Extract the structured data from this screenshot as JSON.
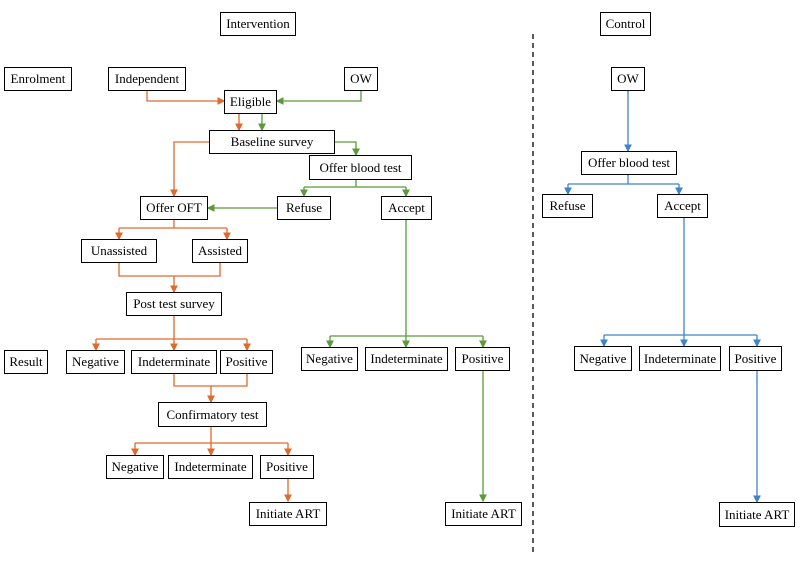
{
  "headers": {
    "intervention": "Intervention",
    "control": "Control",
    "enrolment": "Enrolment",
    "result": "Result"
  },
  "intervention": {
    "independent": "Independent",
    "ow": "OW",
    "eligible": "Eligible",
    "baseline_survey": "Baseline survey",
    "offer_blood_test": "Offer blood test",
    "offer_oft": "Offer OFT",
    "refuse": "Refuse",
    "accept": "Accept",
    "unassisted": "Unassisted",
    "assisted": "Assisted",
    "post_test_survey": "Post test survey",
    "oft_results": {
      "negative": "Negative",
      "indeterminate": "Indeterminate",
      "positive": "Positive"
    },
    "blood_results": {
      "negative": "Negative",
      "indeterminate": "Indeterminate",
      "positive": "Positive"
    },
    "confirmatory_test": "Confirmatory test",
    "confirm_results": {
      "negative": "Negative",
      "indeterminate": "Indeterminate",
      "positive": "Positive"
    },
    "initiate_art_oft": "Initiate ART",
    "initiate_art_blood": "Initiate ART"
  },
  "control": {
    "ow": "OW",
    "offer_blood_test": "Offer blood test",
    "refuse": "Refuse",
    "accept": "Accept",
    "results": {
      "negative": "Negative",
      "indeterminate": "Indeterminate",
      "positive": "Positive"
    },
    "initiate_art": "Initiate ART"
  },
  "colors": {
    "oft_path": "#e06a2b",
    "blood_path": "#5a9a3a",
    "control_path": "#3f84c8",
    "box_border": "#000000"
  }
}
